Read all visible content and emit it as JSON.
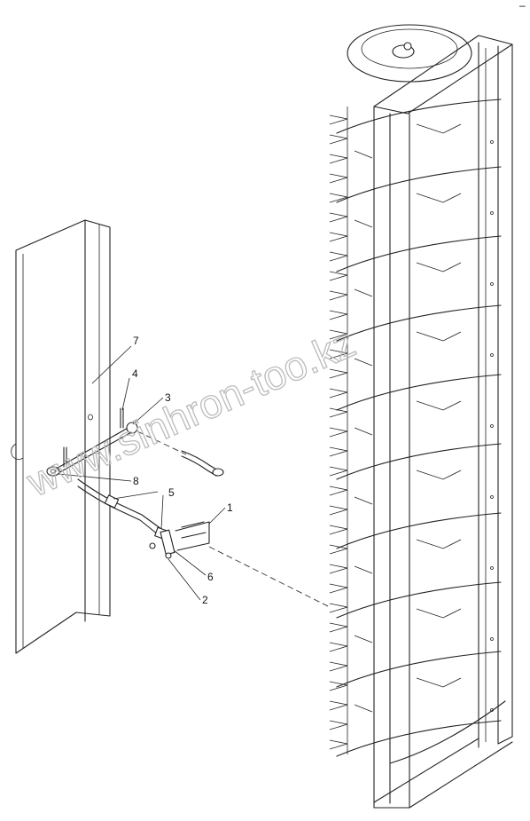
{
  "corner_mark": "–",
  "callouts": [
    {
      "id": "1",
      "label": "1"
    },
    {
      "id": "2",
      "label": "2"
    },
    {
      "id": "3",
      "label": "3"
    },
    {
      "id": "4",
      "label": "4"
    },
    {
      "id": "5",
      "label": "5"
    },
    {
      "id": "6",
      "label": "6"
    },
    {
      "id": "7",
      "label": "7"
    },
    {
      "id": "8",
      "label": "8"
    }
  ],
  "watermark": "www.sinhron-too.kz",
  "colors": {
    "line": "#222222",
    "background": "#ffffff",
    "watermark": "#bbbbbb"
  }
}
